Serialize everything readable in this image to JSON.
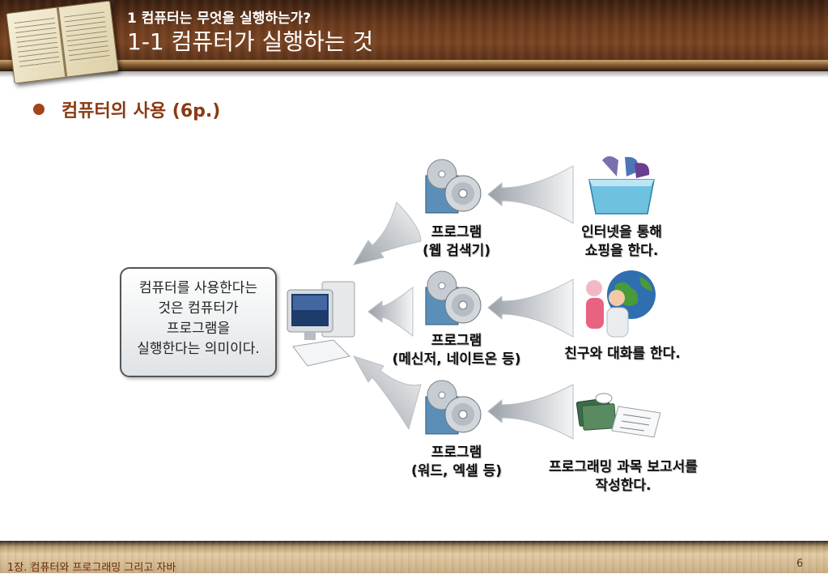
{
  "header": {
    "subtitle": "1 컴퓨터는 무엇을 실행하는가?",
    "title": "1-1 컴퓨터가 실행하는 것"
  },
  "bullet": {
    "text": "컴퓨터의 사용 (6p.)"
  },
  "diagram": {
    "callout": "컴퓨터를 사용한다는\n것은 컴퓨터가\n프로그램을\n실행한다는 의미이다.",
    "rows": [
      {
        "program_label": "프로그램\n(웹 검색기)",
        "activity_label": "인터넷을 통해\n쇼핑을 한다.",
        "activity_icon": "shopping-basket-icon"
      },
      {
        "program_label": "프로그램\n(메신저, 네이트온 등)",
        "activity_label": "친구와 대화를 한다.",
        "activity_icon": "globe-chat-icon"
      },
      {
        "program_label": "프로그램\n(워드, 엑셀 등)",
        "activity_label": "프로그래밍 과목 보고서를\n작성한다.",
        "activity_icon": "documents-icon"
      }
    ]
  },
  "footer": {
    "chapter": "1장. 컴퓨터와 프로그래밍 그리고 자바",
    "page_number": "6"
  }
}
